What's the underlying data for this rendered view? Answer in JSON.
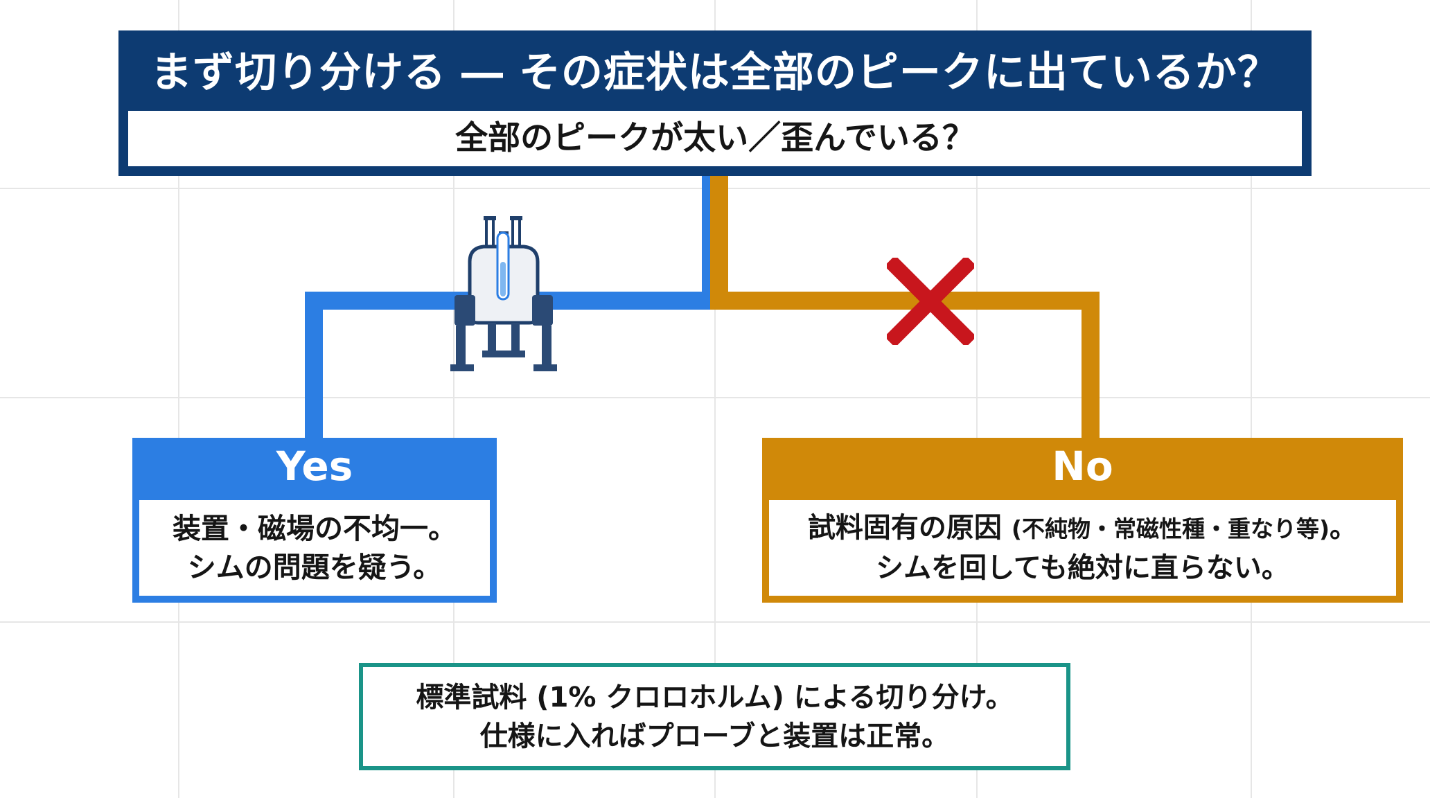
{
  "title": "まず切り分ける ― その症状は全部のピークに出ているか？",
  "question": "全部のピークが太い／歪んでいる？",
  "branches": {
    "yes": {
      "label": "Yes",
      "lines": [
        "装置・磁場の不均一。",
        "シムの問題を疑う。"
      ]
    },
    "no": {
      "label": "No",
      "line1_main": "試料固有の原因",
      "line1_note": "(不純物・常磁性種・重なり等)",
      "line1_end": "。",
      "line2": "シムを回しても絶対に直らない。"
    }
  },
  "standard_check": {
    "lines": [
      "標準試料 (1% クロロホルム) による切り分け。",
      "仕様に入ればプローブと装置は正常。"
    ]
  },
  "icons": {
    "yes_icon": "nmr-magnet-icon",
    "no_icon": "cross-icon"
  },
  "colors": {
    "title_bg": "#0d3b72",
    "yes": "#2c7ee3",
    "no": "#d08909",
    "standard": "#1a9488",
    "cross": "#c8161d"
  }
}
